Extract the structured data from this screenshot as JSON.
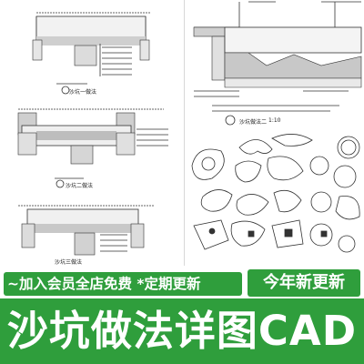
{
  "drawings": {
    "section_1_label": "沙坑一做法",
    "section_2_label": "沙坑二做法",
    "section_3_label": "沙坑三做法",
    "detail_label": "沙坑做法二",
    "detail_scale": "1:10"
  },
  "promo": {
    "left_text": "~加入会员全店免费 *定期更新",
    "right_text": "今年新更新"
  },
  "title": {
    "main_text": "沙坑做法详图CAD"
  },
  "colors": {
    "accent_green": "#2f9e3c",
    "text_white": "#ffffff"
  }
}
